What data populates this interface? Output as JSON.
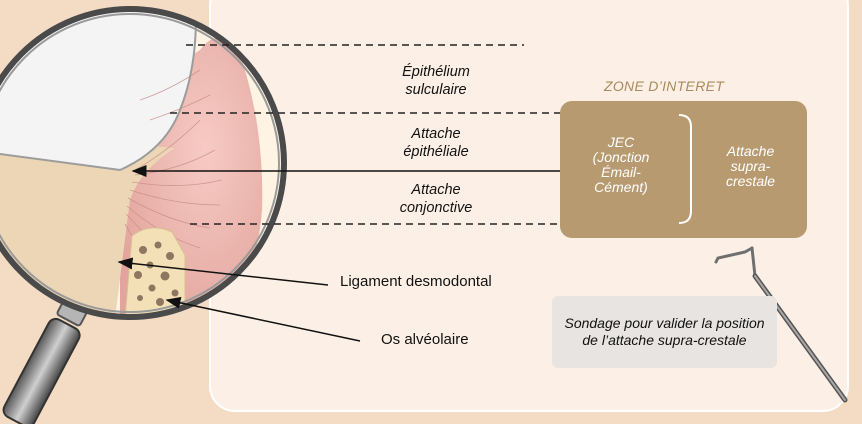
{
  "labels": {
    "sulcular_epithelium": [
      "Épithélium",
      "sulculaire"
    ],
    "epithelial_attachment": [
      "Attache",
      "épithéliale"
    ],
    "connective_attachment": [
      "Attache",
      "conjonctive"
    ],
    "ligament": "Ligament desmodontal",
    "bone": "Os alvéolaire"
  },
  "zone": {
    "title": "ZONE D’INTERET",
    "jec": [
      "JEC",
      "(Jonction",
      "Émail-",
      "Cément)"
    ],
    "supracrestal": [
      "Attache",
      "supra-",
      "crestale"
    ]
  },
  "probe_note": "Sondage pour valider la position de l’attache supra-crestale",
  "colors": {
    "background": "#f3dcc3",
    "panel": "#fcf0e6",
    "zone_box": "#b79a6f",
    "zone_title": "#a88a5c",
    "gum": "#eab3ac",
    "tooth_root": "#ecd6b6",
    "bone": "#f3e0b7"
  },
  "icons": [
    "magnifier-icon",
    "periodontal-probe-icon"
  ]
}
